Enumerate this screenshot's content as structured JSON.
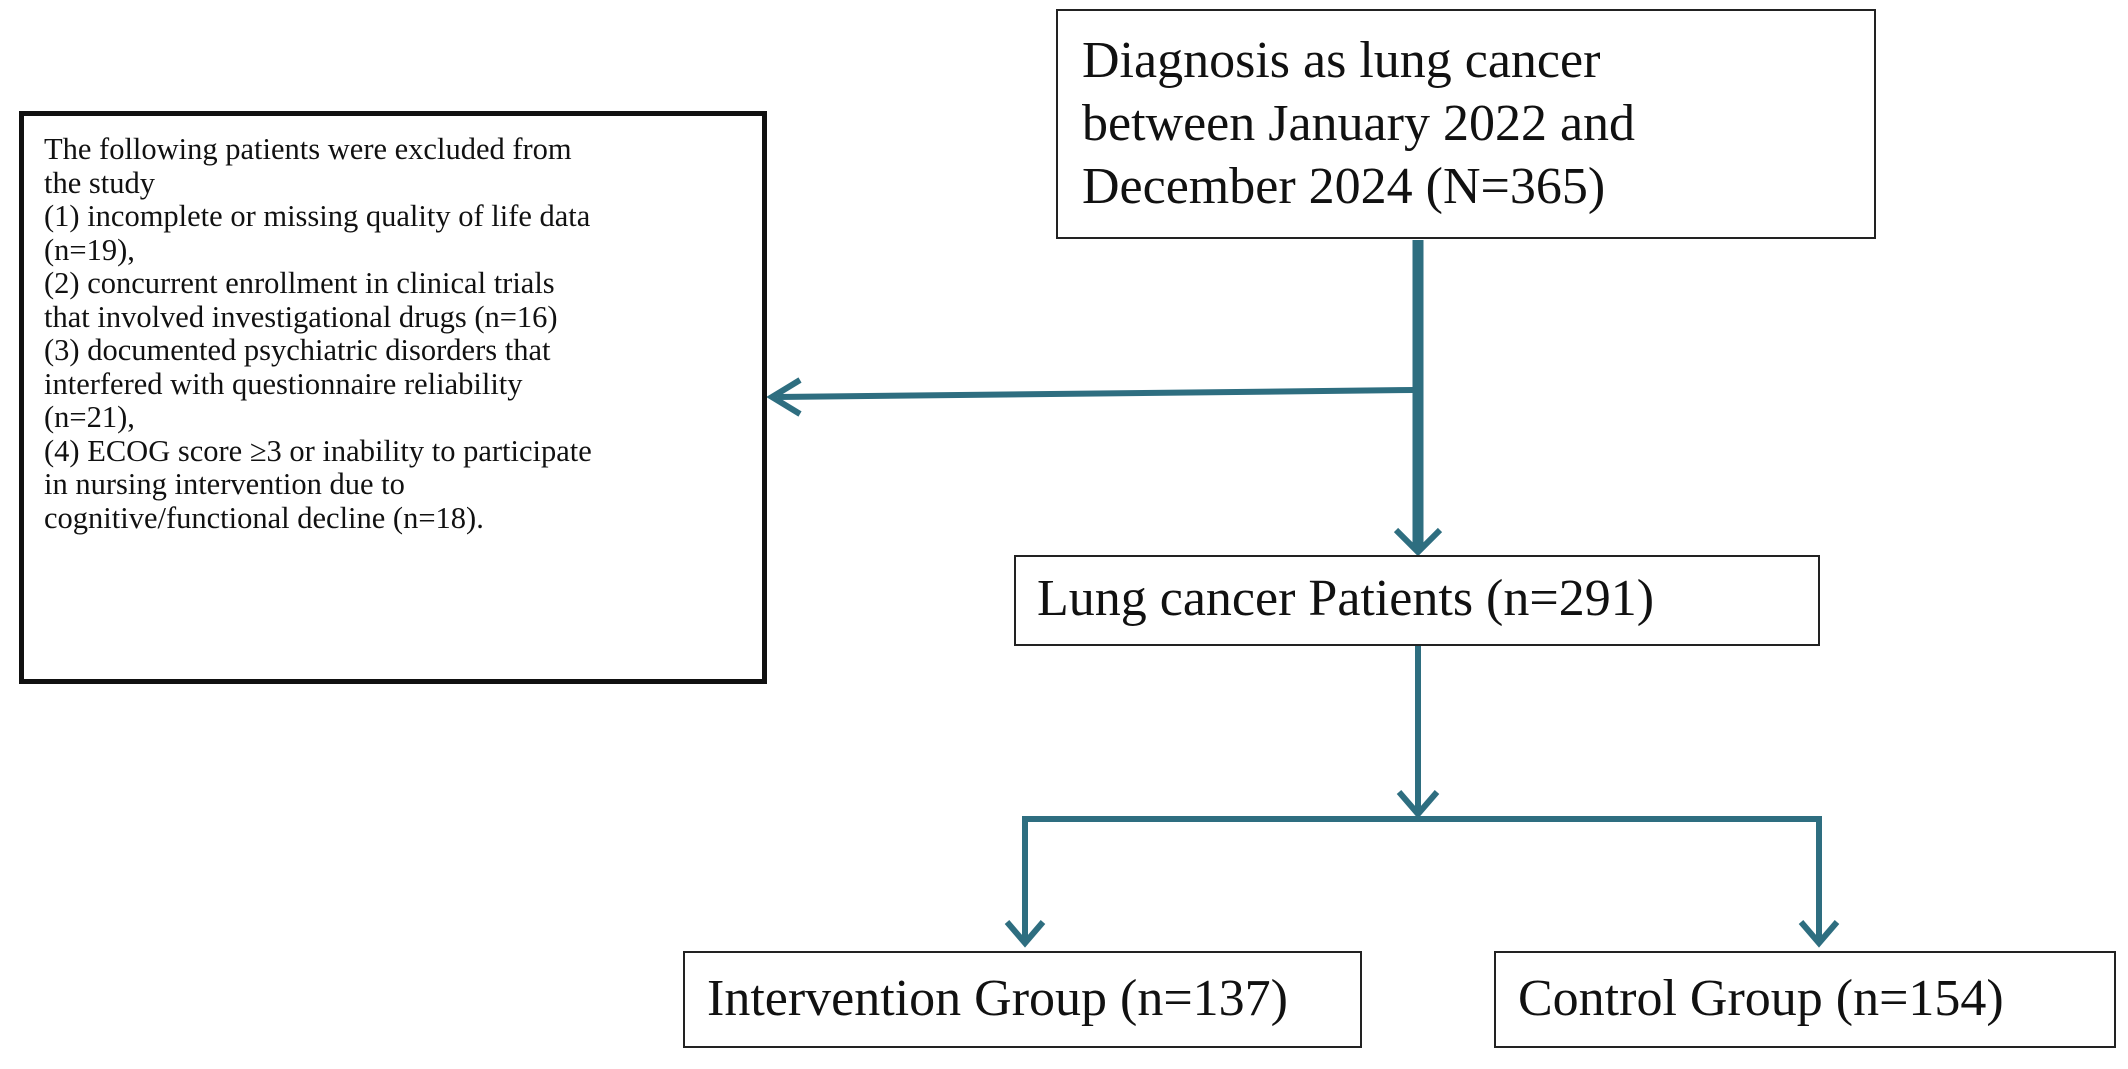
{
  "diagnosis": {
    "lines": [
      "Diagnosis as lung cancer",
      "between January 2022 and",
      "December 2024 (N=365)"
    ]
  },
  "exclusion": {
    "lines": [
      "The following patients were excluded from",
      "the study",
      "(1) incomplete or missing quality of life data",
      "(n=19),",
      "(2) concurrent enrollment in clinical trials",
      "that involved investigational drugs (n=16)",
      "(3) documented psychiatric disorders that",
      "interfered with questionnaire reliability",
      "(n=21),",
      "(4) ECOG score ≥3 or inability to participate",
      "in nursing intervention due to",
      "cognitive/functional decline (n=18)."
    ]
  },
  "patients": {
    "label": "Lung cancer Patients (n=291)"
  },
  "intervention": {
    "label": "Intervention Group (n=137)"
  },
  "control": {
    "label": "Control Group (n=154)"
  },
  "colors": {
    "arrow": "#2e6e80",
    "box_border": "#222222",
    "text": "#111111"
  }
}
